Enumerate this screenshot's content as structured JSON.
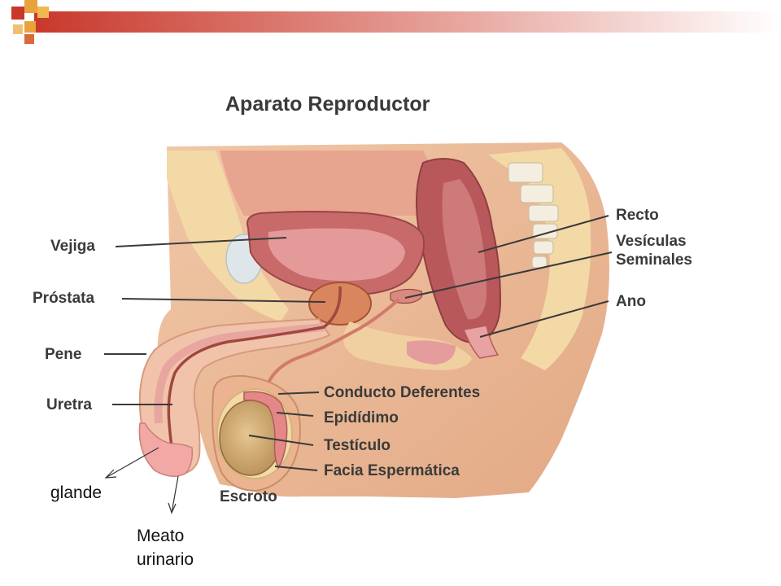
{
  "title": "Aparato Reproductor",
  "labels": {
    "vejiga": "Vejiga",
    "prostata": "Próstata",
    "pene": "Pene",
    "uretra": "Uretra",
    "recto": "Recto",
    "vesiculas_1": "Vesículas",
    "vesiculas_2": "Seminales",
    "ano": "Ano",
    "conducto": "Conducto Deferentes",
    "epididimo": "Epidídimo",
    "testiculo": "Testículo",
    "facia": "Facia Espermática",
    "escroto": "Escroto"
  },
  "slide_labels": {
    "glande": "glande",
    "meato_1": "Meato",
    "meato_2": "urinario"
  },
  "colors": {
    "header_accent": "#c8382b",
    "square_orange": "#e8a33c",
    "skin": "#eab591",
    "fat": "#f3d9a6",
    "tissue_pink": "#e9a2a2",
    "organ_red": "#b9585a",
    "bone": "#f4eee0"
  }
}
